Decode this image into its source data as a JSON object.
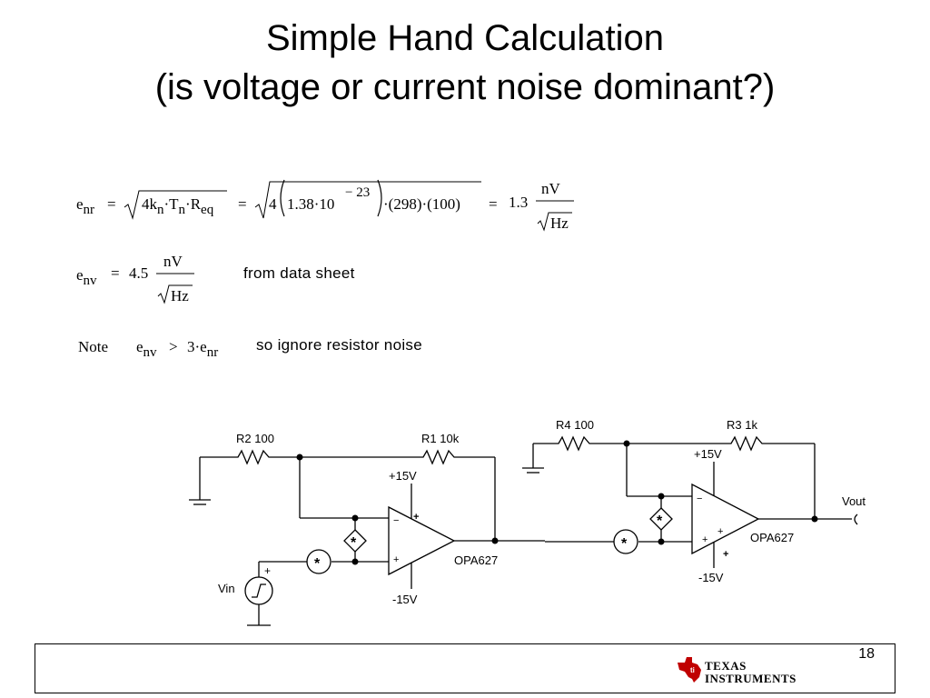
{
  "slide": {
    "title_line1": "Simple Hand Calculation",
    "title_line2": "(is voltage or current noise dominant?)",
    "page_number": "18"
  },
  "equations": {
    "enr": {
      "lhs_e": "e",
      "lhs_sub": "nr",
      "eq": "=",
      "f1a": "4k",
      "f1a_sub": "n",
      "f1b": "·T",
      "f1b_sub": "n",
      "f1c": "·R",
      "f1c_sub": "eq",
      "eq2": "=",
      "f2_four": "4",
      "f2_inner": "1.38·10",
      "f2_exp": "− 23",
      "f2_rest": "·(298)·(100)",
      "eq3": "=",
      "result": "1.3",
      "unit_num": "nV",
      "unit_den": "Hz"
    },
    "env": {
      "lhs_e": "e",
      "lhs_sub": "nv",
      "eq": "=",
      "value": "4.5",
      "unit_num": "nV",
      "unit_den": "Hz",
      "note": "from data sheet"
    },
    "note": {
      "label": "Note",
      "lhs_e": "e",
      "lhs_sub": "nv",
      "op": ">",
      "factor": "3·e",
      "rhs_sub": "nr",
      "text": "so ignore resistor noise"
    }
  },
  "circuit": {
    "r2_label": "R2 100",
    "r1_label": "R1 10k",
    "r4_label": "R4 100",
    "r3_label": "R3 1k",
    "opamp1_label": "OPA627",
    "opamp2_label": "OPA627",
    "op1_pos_supply": "+15V",
    "op1_neg_supply": "-15V",
    "op2_pos_supply": "+15V",
    "op2_neg_supply": "-15V",
    "vin_label": "Vin",
    "vout_label": "Vout",
    "minus_sign": "−",
    "plus_sign": "+",
    "source_plus": "+",
    "noise_symbol": "*"
  },
  "footer": {
    "brand_line1": "Texas",
    "brand_line2": "Instruments"
  }
}
